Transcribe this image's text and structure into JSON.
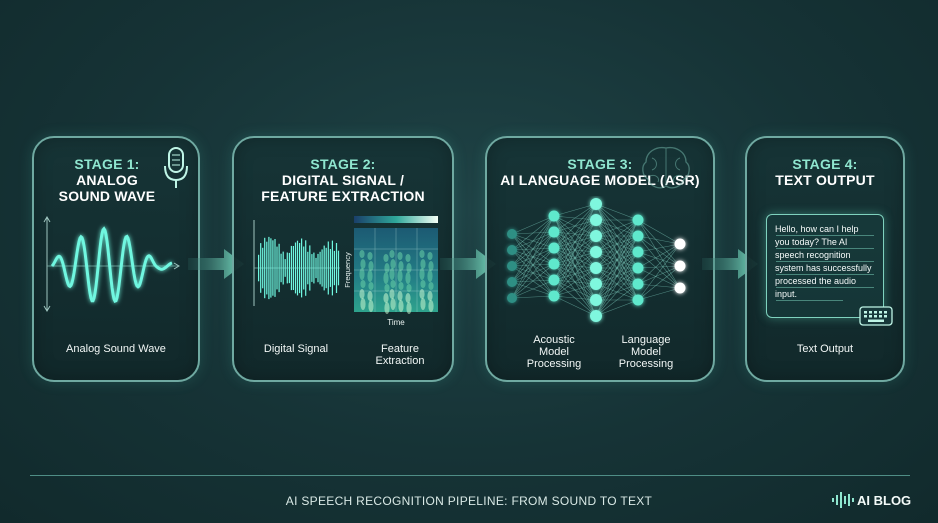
{
  "stages": [
    {
      "stage": "STAGE 1:",
      "title_lines": [
        "ANALOG",
        "SOUND WAVE"
      ],
      "labels": [
        "Analog Sound Wave"
      ]
    },
    {
      "stage": "STAGE 2:",
      "title_lines": [
        "DIGITAL SIGNAL /",
        "FEATURE EXTRACTION"
      ],
      "labels": [
        "Digital Signal",
        "Feature",
        "Extraction"
      ]
    },
    {
      "stage": "STAGE 3:",
      "title_lines": [
        "AI LANGUAGE MODEL (ASR)"
      ],
      "labels": [
        "Acoustic",
        "Model",
        "Processing",
        "Language",
        "Model",
        "Processing"
      ]
    },
    {
      "stage": "STAGE 4:",
      "title_lines": [
        "TEXT OUTPUT"
      ],
      "labels": [
        "Text Output"
      ]
    }
  ],
  "spectrogram": {
    "y_axis": "Frequency",
    "x_axis": "Time"
  },
  "output_text": "Hello, how can I help you today? The AI speech recognition system has successfully processed the audio input.",
  "output_lines": [
    "Hello, how can I help",
    "you today? The AI",
    "speech recognition",
    "system has successfully",
    "processed the audio",
    "input."
  ],
  "footer": "AI SPEECH RECOGNITION PIPELINE: FROM SOUND TO TEXT",
  "brand": "AI BLOG",
  "colors": {
    "accent": "#8fe6cf",
    "glow": "#5ff5d8",
    "background": "#163336",
    "border": "#6fa9a1"
  }
}
